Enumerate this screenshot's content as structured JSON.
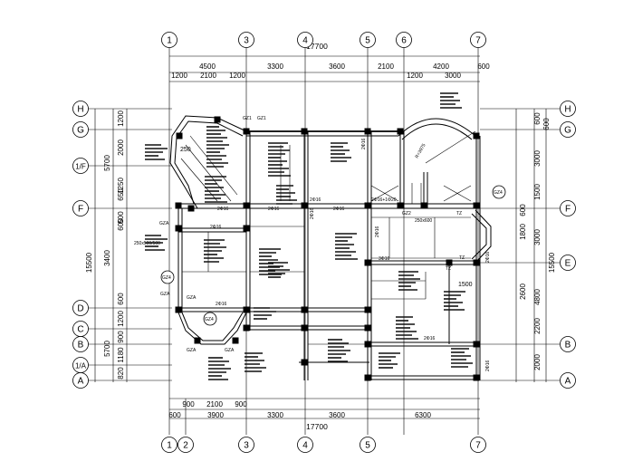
{
  "axes": {
    "top": [
      "1",
      "3",
      "4",
      "5",
      "6",
      "7"
    ],
    "bottom": [
      "1",
      "2",
      "3",
      "4",
      "5",
      "7"
    ],
    "left": [
      "H",
      "G",
      "1/F",
      "F",
      "D",
      "C",
      "B",
      "1/A",
      "A"
    ],
    "right": [
      "H",
      "G",
      "F",
      "E",
      "B",
      "A"
    ]
  },
  "dimensions": {
    "top_total": "17700",
    "top_row1": [
      "4500",
      "3300",
      "3600",
      "2100",
      "4200",
      "600"
    ],
    "top_row2": [
      "1200",
      "2100",
      "1200",
      "1200",
      "3000"
    ],
    "bottom_total": "17700",
    "bottom_row1": [
      "600",
      "3900",
      "3300",
      "3600",
      "6300"
    ],
    "bottom_row2": [
      "900",
      "2100",
      "900"
    ],
    "left_total": "15500",
    "left_row1": [
      "5700",
      "3400",
      "5700"
    ],
    "left_row2": [
      "1200",
      "2000",
      "1250",
      "650",
      "500",
      "600",
      "600",
      "1200",
      "900",
      "1180",
      "820"
    ],
    "right_total": "15500",
    "right_row1": [
      "3000",
      "1500",
      "600",
      "1800",
      "3000",
      "2600",
      "4800",
      "2200",
      "2000"
    ],
    "right_row2": [
      "600",
      "600"
    ]
  },
  "labels": {
    "radius": "R=3975",
    "section": "1500",
    "columns": [
      "GZ1",
      "GZ1",
      "GZA",
      "GZA",
      "GZA",
      "GZA",
      "GZA",
      "GZ2",
      "TZ",
      "TZ",
      "TZ"
    ],
    "beams": [
      "2Φ16",
      "2Φ16",
      "2Φ16",
      "2Φ16",
      "2Φ16",
      "2Φ16",
      "2Φ16",
      "2Φ16",
      "2Φ16",
      "2Φ16",
      "2Φ16",
      "2Φ16",
      "3Φ16",
      "2Φ16+1Φ20",
      "250x500/500",
      "250x600"
    ],
    "marks": [
      "GZ4",
      "GZ4",
      "GZ4",
      "250"
    ]
  }
}
